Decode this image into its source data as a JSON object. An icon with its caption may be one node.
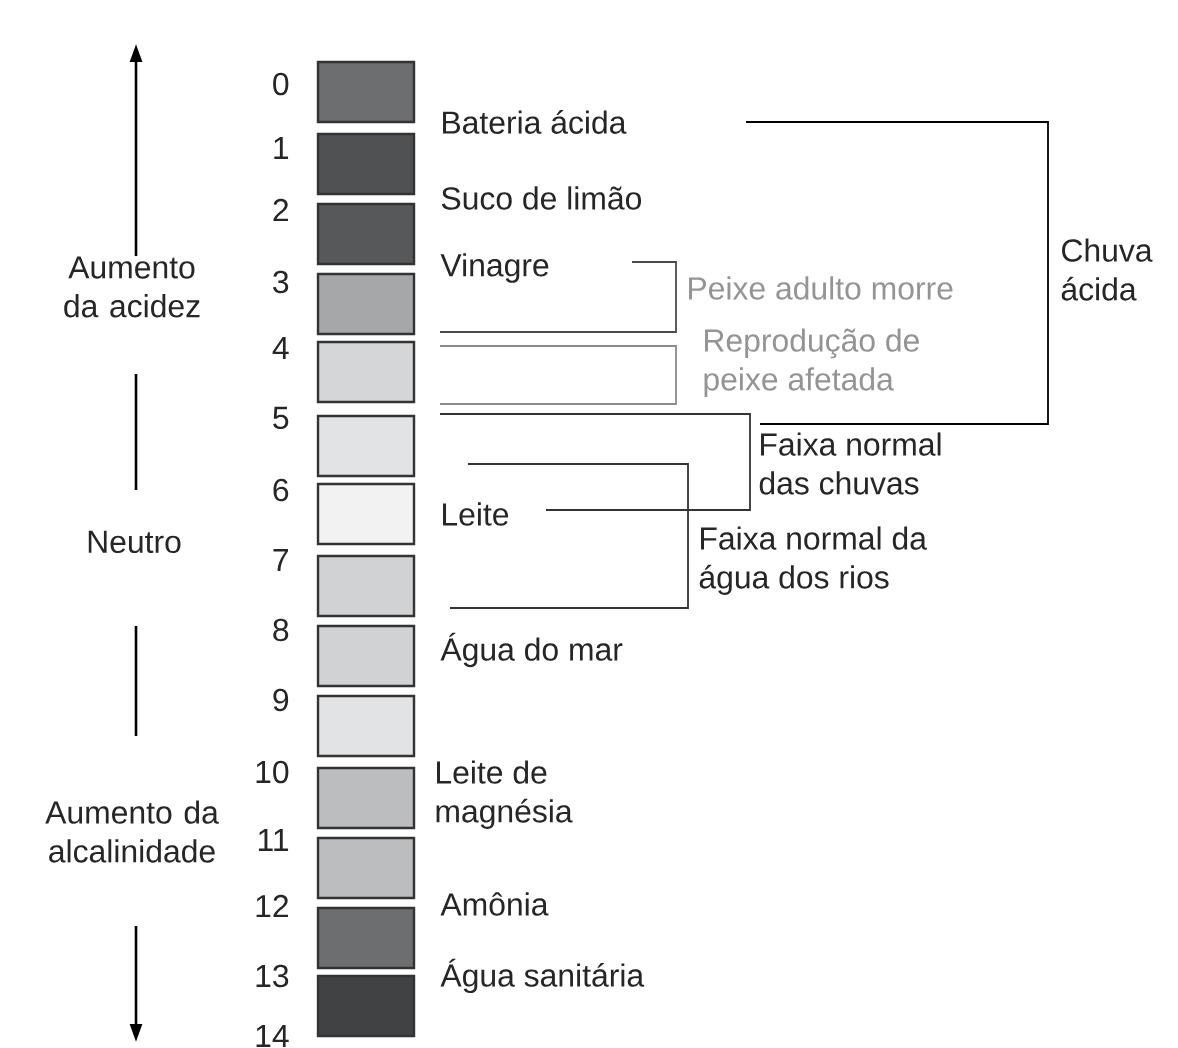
{
  "diagram": {
    "labels": [
      "0",
      "Bateria ácida",
      "1",
      "Suco de limão",
      "2",
      "Chuva ácida",
      "Aumento da acidez",
      "3",
      "Vinagre",
      "Peixe adulto morre",
      "4",
      "Reprodução de peixe afetada",
      "5",
      "Faixa normal das chuvas",
      "6",
      "Leite",
      "Neutro",
      "7",
      "Faixa normal da água dos rios",
      "8",
      "Água do mar",
      "9",
      "10",
      "Leite de magnésia",
      "Aumento da alcalinidade",
      "11",
      "12",
      "Amônia",
      "13",
      "Água sanitária",
      "14"
    ]
  }
}
